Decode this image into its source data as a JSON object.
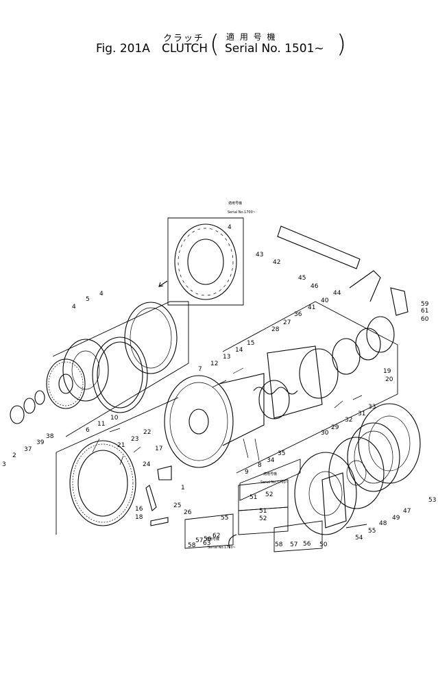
{
  "header": {
    "subtitle_jp": "クラッチ",
    "fig": "Fig. 201A",
    "title": "CLUTCH",
    "applic_jp": "適 用 号 機",
    "serial": "Serial No. 1501~",
    "paren_open": "(",
    "paren_close": ")"
  },
  "notes": {
    "top_jp": "適用号機",
    "top_serial": "Serial No.1700~",
    "mid_jp": "適用号機",
    "mid_serial": "Serial No.1700~",
    "bottom_jp": "適用号機",
    "bottom_serial": "Serial No.1700~"
  },
  "callouts": [
    "1",
    "2",
    "3",
    "4",
    "4",
    "4",
    "5",
    "6",
    "7",
    "8",
    "9",
    "10",
    "11",
    "12",
    "13",
    "14",
    "15",
    "16",
    "17",
    "18",
    "19",
    "20",
    "21",
    "22",
    "23",
    "24",
    "25",
    "26",
    "27",
    "28",
    "29",
    "30",
    "31",
    "32",
    "33",
    "34",
    "35",
    "36",
    "37",
    "38",
    "39",
    "40",
    "41",
    "42",
    "43",
    "44",
    "45",
    "46",
    "47",
    "48",
    "49",
    "50",
    "51",
    "51",
    "52",
    "52",
    "53",
    "54",
    "55",
    "55",
    "56",
    "56",
    "57",
    "57",
    "58",
    "58",
    "59",
    "60",
    "61",
    "62",
    "63"
  ]
}
